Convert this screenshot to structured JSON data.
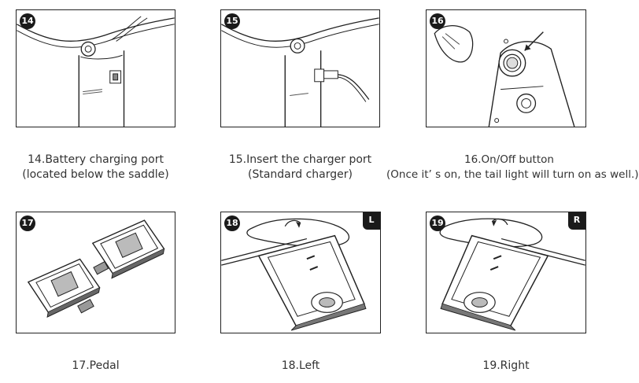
{
  "steps": [
    {
      "number": "14",
      "line1": "14.Battery charging port",
      "line2": "(located below the saddle)"
    },
    {
      "number": "15",
      "line1": "15.Insert the charger port",
      "line2": "(Standard charger)"
    },
    {
      "number": "16",
      "line1": "16.On/Off button",
      "line2": "(Once it’ s on, the tail light will turn on as well.)"
    },
    {
      "number": "17",
      "line1": "17.Pedal",
      "line2": ""
    },
    {
      "number": "18",
      "line1": "18.Left",
      "line2": "",
      "corner": "L"
    },
    {
      "number": "19",
      "line1": "19.Right",
      "line2": "",
      "corner": "R"
    }
  ]
}
